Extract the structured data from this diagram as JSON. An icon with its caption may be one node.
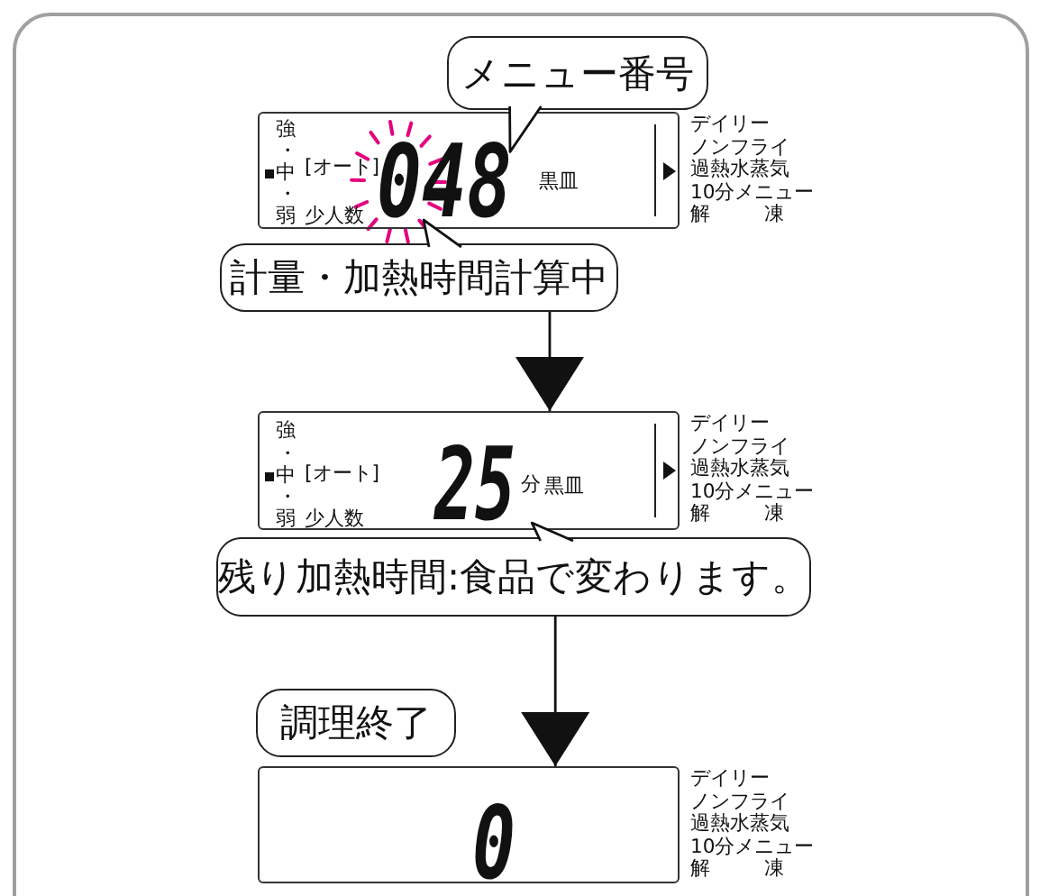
{
  "diagram": {
    "nodes": [
      {
        "text": [
          "メニュー番号"
        ]
      },
      {
        "text": [
          "強",
          "・",
          "中",
          "・",
          "弱",
          "[オート]",
          "少人数",
          "黒皿"
        ],
        "beside": [
          "デイリー",
          "ノンフライ",
          "過熱水蒸気",
          "10分メニュー",
          "解凍"
        ]
      },
      {
        "text": [
          "048"
        ],
        "in": 1
      },
      {
        "text": [
          "計量・加熱時間計算中"
        ]
      },
      {
        "text": [
          "強",
          "・",
          "中",
          "・",
          "弱",
          "[オート]",
          "少人数",
          "分",
          "黒皿"
        ],
        "beside": [
          "デイリー",
          "ノンフライ",
          "過熱水蒸気",
          "10分メニュー",
          "解凍"
        ]
      },
      {
        "text": [
          "25"
        ],
        "in": 4
      },
      {
        "text": [
          "残り加熱時間:食品で変わります。"
        ]
      },
      {
        "text": [
          "調理終了"
        ]
      },
      {
        "text": [],
        "shape": "box",
        "beside": [
          "デイリー",
          "ノンフライ",
          "過熱水蒸気",
          "10分メニュー",
          "解凍"
        ]
      },
      {
        "text": [
          "0"
        ],
        "in": 8
      }
    ],
    "edges": [
      {
        "from": 0,
        "to": 2,
        "arrow": "to"
      },
      {
        "from": 3,
        "to": 2,
        "arrow": "to"
      },
      {
        "from": 3,
        "to": 4,
        "arrow": "to"
      },
      {
        "from": 6,
        "to": 4,
        "arrow": "to"
      },
      {
        "from": 6,
        "to": 8,
        "arrow": "to"
      }
    ]
  }
}
